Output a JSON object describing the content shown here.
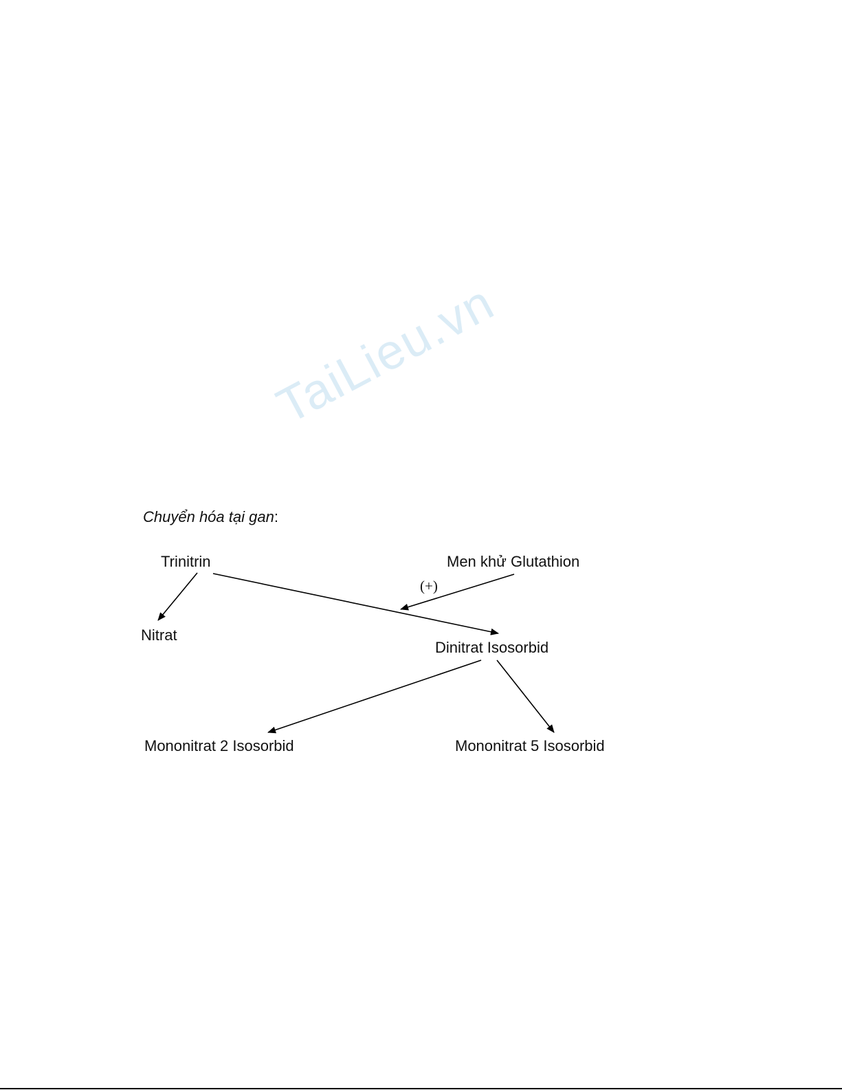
{
  "watermark": "TaiLieu.vn",
  "heading": "Chuyển hóa tại gan",
  "heading_suffix": ":",
  "nodes": {
    "trinitrin": "Trinitrin",
    "enzyme": "Men khử Glutathion",
    "plus": "(+)",
    "nitrat": "Nitrat",
    "dinitrat": "Dinitrat Isosorbid",
    "mono2": "Mononitrat 2 Isosorbid",
    "mono5": "Mononitrat 5 Isosorbid"
  }
}
